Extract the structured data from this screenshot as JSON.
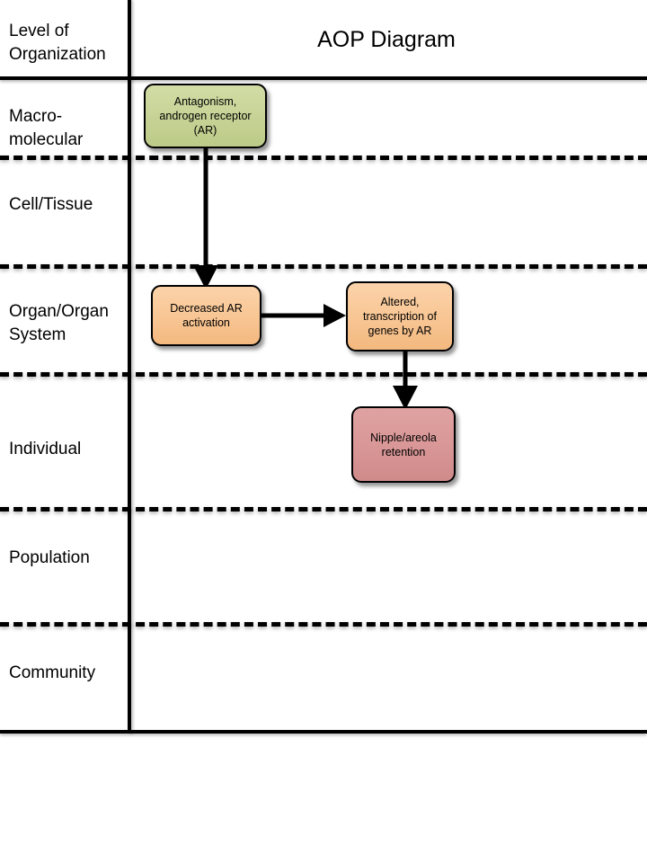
{
  "header": {
    "left_label": "Level of\nOrganization",
    "title": "AOP Diagram"
  },
  "levels": [
    {
      "id": "macro-molecular",
      "label": "Macro-\nmolecular"
    },
    {
      "id": "cell-tissue",
      "label": "Cell/Tissue"
    },
    {
      "id": "organ-organ-system",
      "label": "Organ/Organ\nSystem"
    },
    {
      "id": "individual",
      "label": "Individual"
    },
    {
      "id": "population",
      "label": "Population"
    },
    {
      "id": "community",
      "label": "Community"
    }
  ],
  "nodes": [
    {
      "id": "antagonism-androgen-receptor",
      "label": "Antagonism,\nandrogen receptor\n(AR)",
      "level": "Macro-molecular",
      "type": "molecular-initiating-event",
      "color": "#c6d295"
    },
    {
      "id": "decreased-ar-activation",
      "label": "Decreased AR\nactivation",
      "level": "Organ/Organ System",
      "type": "key-event",
      "color": "#f8c593"
    },
    {
      "id": "altered-transcription-of-genes-by-ar",
      "label": "Altered,\ntranscription of\ngenes by AR",
      "level": "Organ/Organ System",
      "type": "key-event",
      "color": "#f8c593"
    },
    {
      "id": "nipple-areola-retention",
      "label": "Nipple/areola\nretention",
      "level": "Individual",
      "type": "adverse-outcome",
      "color": "#d99696"
    }
  ],
  "connections": [
    {
      "id": "mie-to-ke1",
      "from": "antagonism-androgen-receptor",
      "to": "decreased-ar-activation",
      "direction": "down"
    },
    {
      "id": "ke1-to-ke2",
      "from": "decreased-ar-activation",
      "to": "altered-transcription-of-genes-by-ar",
      "direction": "right"
    },
    {
      "id": "ke2-to-ao",
      "from": "altered-transcription-of-genes-by-ar",
      "to": "nipple-areola-retention",
      "direction": "down"
    }
  ],
  "colors": {
    "grid_line": "#000000",
    "background": "#ffffff",
    "arrow": "#000000"
  }
}
